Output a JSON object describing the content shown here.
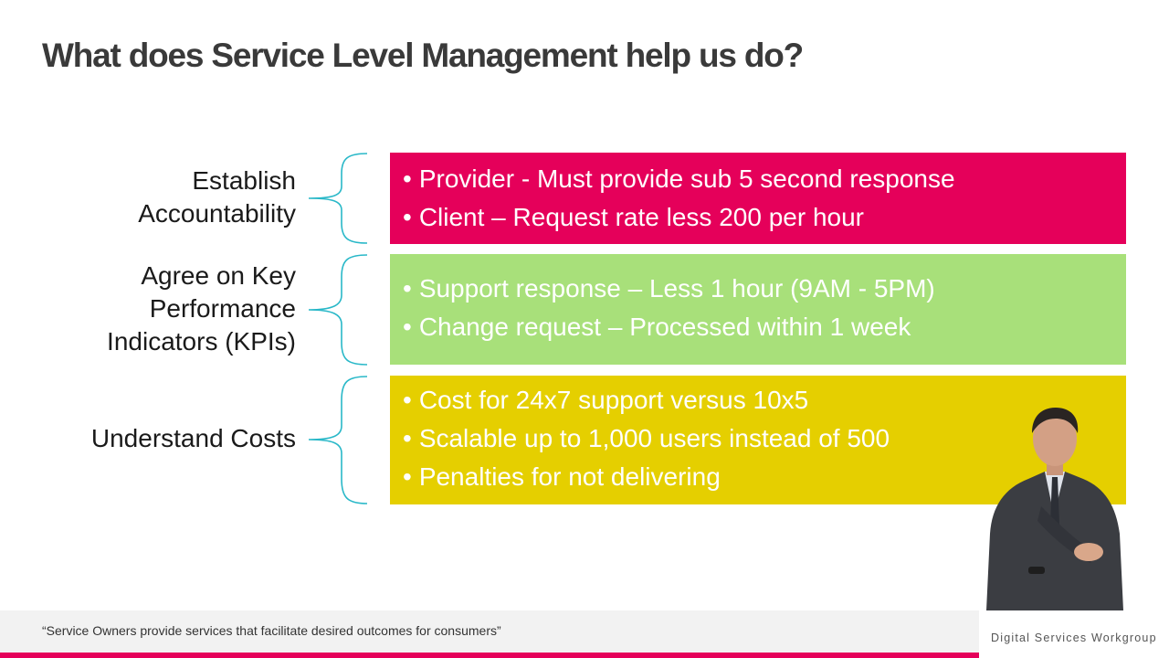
{
  "slide": {
    "title": "What does Service Level Management help us do?"
  },
  "rows": [
    {
      "label_lines": [
        "Establish",
        "Accountability"
      ],
      "color": "#e5005a",
      "bullets": [
        "Provider - Must provide sub 5 second response",
        "Client – Request rate less 200 per hour"
      ]
    },
    {
      "label_lines": [
        "Agree on Key",
        "Performance",
        "Indicators (KPIs)"
      ],
      "color": "#a8e07a",
      "bullets": [
        "Support response – Less 1 hour (9AM - 5PM)",
        "Change request – Processed within 1 week"
      ]
    },
    {
      "label_lines": [
        "Understand Costs"
      ],
      "color": "#e5cf00",
      "bullets": [
        "Cost for 24x7 support versus 10x5",
        "Scalable up to 1,000 users instead of 500",
        "Penalties for not delivering"
      ]
    }
  ],
  "footer": {
    "quote": "“Service Owners provide services that facilitate desired outcomes for consumers”",
    "brand": "Digital Services Workgroup"
  },
  "colors": {
    "accent_pink": "#e5005a",
    "accent_green": "#a8e07a",
    "accent_yellow": "#e5cf00",
    "brace": "#29b8c8"
  }
}
